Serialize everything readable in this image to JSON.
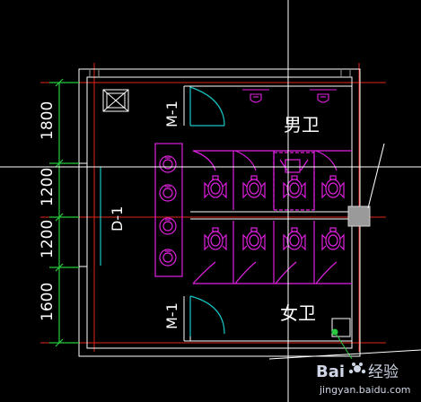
{
  "drawing": {
    "background_color": "#000000",
    "crosshair_color": "#ffffff",
    "wall_color": "#ffffff",
    "axis_color": "#e0241b",
    "dimension_color": "#27c93f",
    "fixture_color": "#e020e0",
    "door_swing_color": "#19c6c6",
    "accent_gray": "#9a9a9a"
  },
  "dimensions": [
    "1800",
    "1200",
    "1200",
    "1600"
  ],
  "labels": {
    "door_top": "M-1",
    "door_bottom": "M-1",
    "partition": "D-1",
    "mens_room": "男卫",
    "womens_room": "女卫"
  },
  "watermark": {
    "brand": "Bai",
    "brand_suffix": "经验",
    "url": "jingyan.baidu.com",
    "icon": "baidu-paw-icon"
  }
}
